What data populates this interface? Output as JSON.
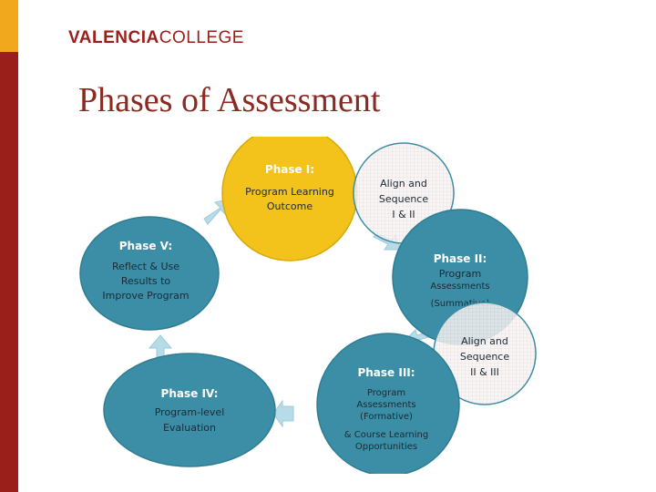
{
  "brand": {
    "logo_part1": "VALENCIA",
    "logo_part2": "COLLEGE"
  },
  "slide": {
    "title": "Phases of Assessment"
  },
  "colors": {
    "teal": "#3b8ea5",
    "gold": "#f3c21b",
    "maroon": "#9a1f1a",
    "accent_bar": "#f2a81d"
  },
  "phases": [
    {
      "heading": "Phase I:",
      "lines": [
        "Program Learning",
        "Outcome"
      ]
    },
    {
      "heading": "Phase II:",
      "lines": [
        "Program",
        "Assessments",
        "(Summative)"
      ]
    },
    {
      "heading": "Phase III:",
      "lines": [
        "Program",
        "Assessments",
        "(Formative)",
        "& Course Learning",
        "Opportunities"
      ]
    },
    {
      "heading": "Phase IV:",
      "lines": [
        "Program-level",
        "Evaluation"
      ]
    },
    {
      "heading": "Phase V:",
      "lines": [
        "Reflect & Use",
        "Results to",
        "Improve Program"
      ]
    }
  ],
  "align": [
    {
      "lines": [
        "Align and",
        "Sequence",
        "I & II"
      ]
    },
    {
      "lines": [
        "Align and",
        "Sequence",
        "II & III"
      ]
    }
  ]
}
